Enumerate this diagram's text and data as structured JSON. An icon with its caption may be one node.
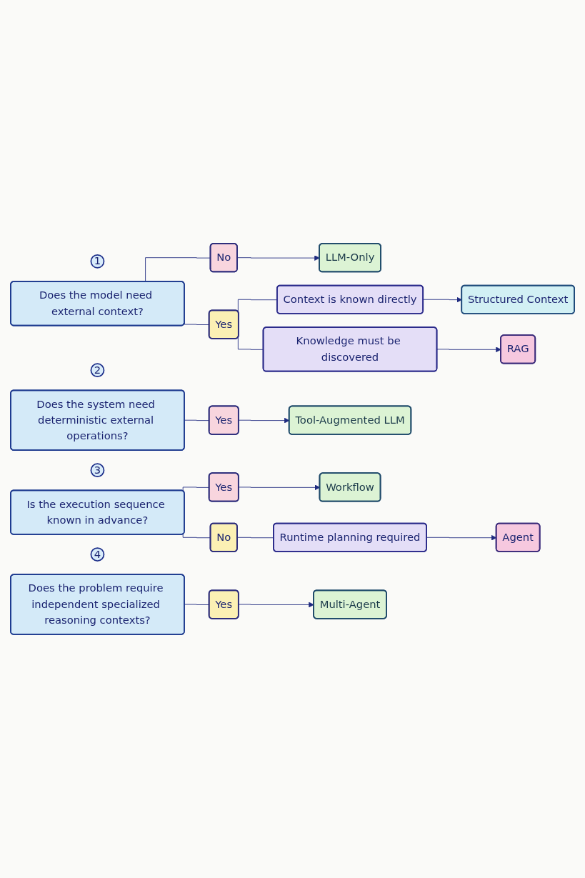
{
  "diagram": {
    "nodes": [
      {
        "text": [
          "1"
        ]
      },
      {
        "text": [
          "Does the model need external context?"
        ]
      },
      {
        "text": [
          "No"
        ]
      },
      {
        "text": [
          "LLM-Only"
        ]
      },
      {
        "text": [
          "Yes"
        ]
      },
      {
        "text": [
          "Context is known directly"
        ]
      },
      {
        "text": [
          "Structured Context"
        ]
      },
      {
        "text": [
          "Knowledge must be discovered"
        ]
      },
      {
        "text": [
          "RAG"
        ]
      },
      {
        "text": [
          "2"
        ]
      },
      {
        "text": [
          "Does the system need deterministic external operations?"
        ]
      },
      {
        "text": [
          "Yes"
        ]
      },
      {
        "text": [
          "Tool-Augmented LLM"
        ]
      },
      {
        "text": [
          "3"
        ]
      },
      {
        "text": [
          "Is the execution sequence known in advance?"
        ]
      },
      {
        "text": [
          "Yes"
        ]
      },
      {
        "text": [
          "Workflow"
        ]
      },
      {
        "text": [
          "No"
        ]
      },
      {
        "text": [
          "Runtime planning required"
        ]
      },
      {
        "text": [
          "Agent"
        ]
      },
      {
        "text": [
          "4"
        ]
      },
      {
        "text": [
          "Does the problem require independent specialized reasoning contexts?"
        ]
      },
      {
        "text": [
          "Yes"
        ]
      },
      {
        "text": [
          "Multi-Agent"
        ]
      }
    ],
    "edges": [
      {
        "from": 1,
        "to": 2,
        "arrow": "none"
      },
      {
        "from": 1,
        "to": 4,
        "arrow": "none"
      },
      {
        "from": 2,
        "to": 3,
        "arrow": "to"
      },
      {
        "from": 4,
        "to": 5,
        "arrow": "none"
      },
      {
        "from": 4,
        "to": 7,
        "arrow": "none"
      },
      {
        "from": 5,
        "to": 6,
        "arrow": "to"
      },
      {
        "from": 7,
        "to": 8,
        "arrow": "to"
      },
      {
        "from": 10,
        "to": 11,
        "arrow": "none"
      },
      {
        "from": 11,
        "to": 12,
        "arrow": "to"
      },
      {
        "from": 14,
        "to": 15,
        "arrow": "none"
      },
      {
        "from": 14,
        "to": 17,
        "arrow": "none"
      },
      {
        "from": 15,
        "to": 16,
        "arrow": "to"
      },
      {
        "from": 17,
        "to": 18,
        "arrow": "none"
      },
      {
        "from": 18,
        "to": 19,
        "arrow": "to"
      },
      {
        "from": 21,
        "to": 22,
        "arrow": "none"
      },
      {
        "from": 22,
        "to": 23,
        "arrow": "to"
      }
    ]
  }
}
